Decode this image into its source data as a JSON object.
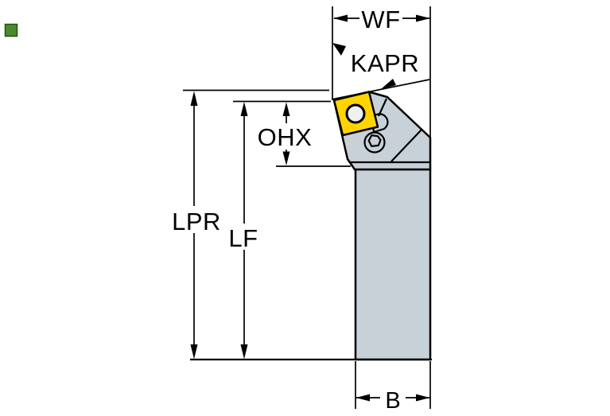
{
  "page": {
    "background": "#ffffff"
  },
  "logo": {
    "color": "#4a8c2d",
    "border_color": "#26520f"
  },
  "drawing": {
    "description": "Lathe tool holder side view with indexable insert, dimension drawing",
    "colors": {
      "insert_yellow": "#ffd400",
      "body_gray": "#c8d1d8",
      "hole_fill": "#eef0f1",
      "line_black": "#000000"
    },
    "labels": {
      "width_front": "WF",
      "entering_angle": "KAPR",
      "overhang": "OHX",
      "length_lpr": "LPR",
      "functional_length": "LF",
      "shank_width": "B"
    }
  }
}
